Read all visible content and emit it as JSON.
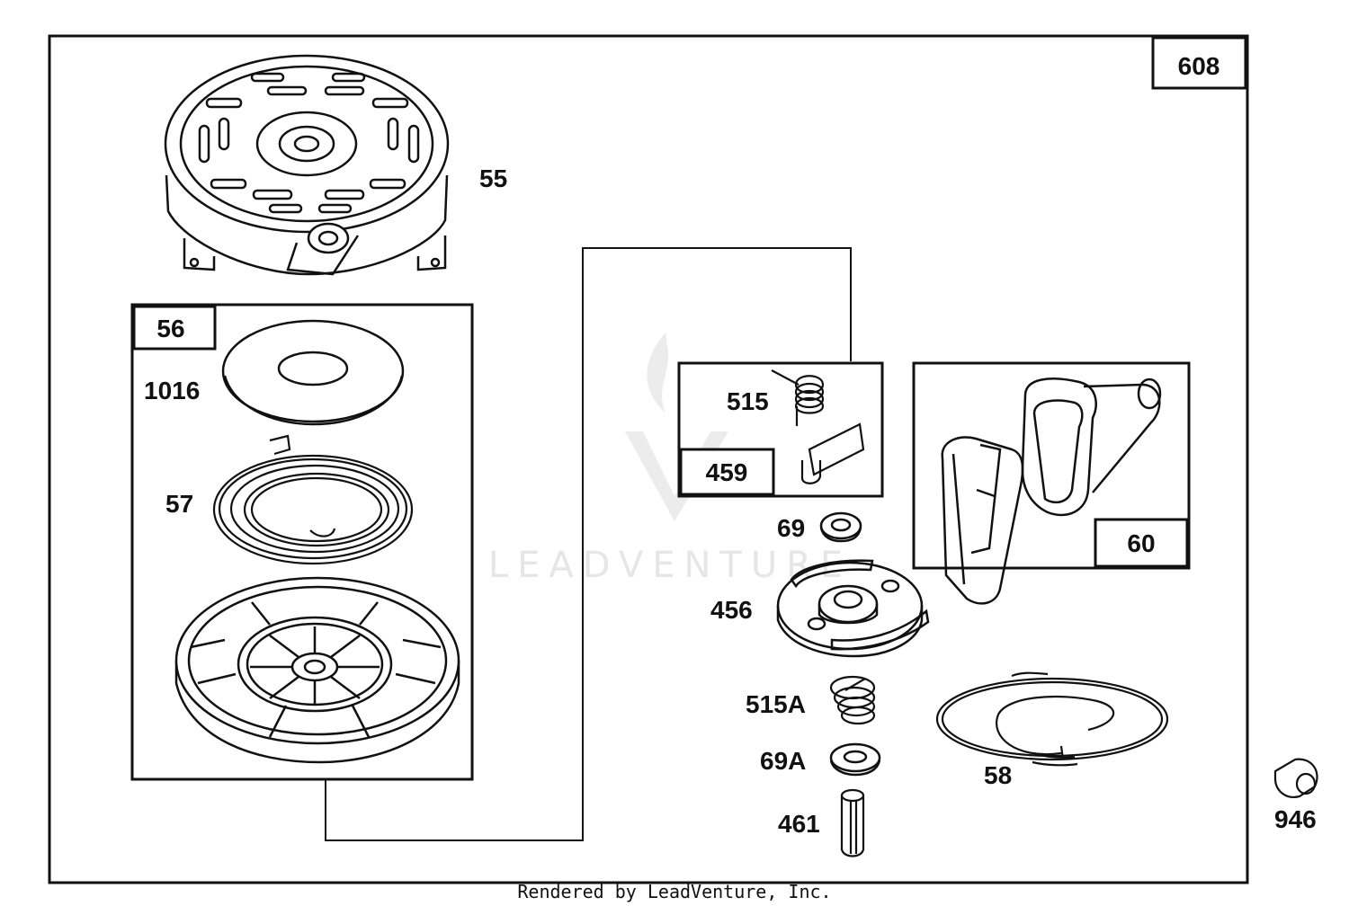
{
  "diagram": {
    "assembly_label": "608",
    "groups": {
      "rewind_reel": "56",
      "pawl_kit": "459",
      "handle_kit": "60"
    },
    "parts": [
      {
        "id": "p55",
        "label": "55"
      },
      {
        "id": "p1016",
        "label": "1016"
      },
      {
        "id": "p57",
        "label": "57"
      },
      {
        "id": "p515",
        "label": "515"
      },
      {
        "id": "p69",
        "label": "69"
      },
      {
        "id": "p456",
        "label": "456"
      },
      {
        "id": "p515a",
        "label": "515A"
      },
      {
        "id": "p69a",
        "label": "69A"
      },
      {
        "id": "p461",
        "label": "461"
      },
      {
        "id": "p58",
        "label": "58"
      },
      {
        "id": "p946",
        "label": "946"
      }
    ],
    "watermark": "LEADVENTURE"
  },
  "footer": {
    "text": "Rendered by LeadVenture, Inc."
  },
  "colors": {
    "ink": "#111111",
    "watermark": "#e6e6e6",
    "background": "#ffffff"
  }
}
